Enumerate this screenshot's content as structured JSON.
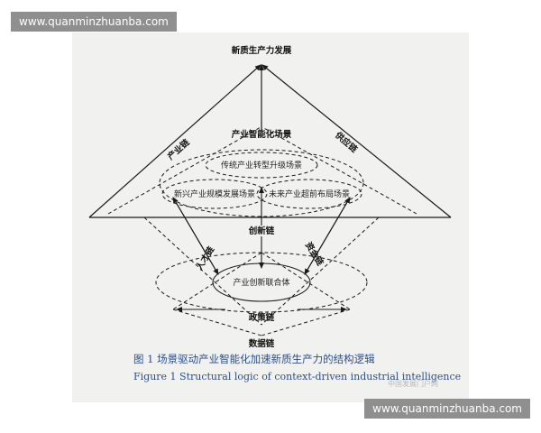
{
  "watermark": {
    "top": "www.quanminzhuanba.com",
    "bottom": "www.quanminzhuanba.com"
  },
  "diagram": {
    "apex": "新质生产力发展",
    "left_chain": "产业链",
    "right_chain": "供应链",
    "scene_title": "产业智能化场景",
    "scene_transform": "传统产业转型升级场景",
    "scene_emerging": "新兴产业规模发展场景",
    "scene_future": "未来产业超前布局场景",
    "innovation_chain": "创新链",
    "talent_chain": "人才链",
    "capital_chain": "资金链",
    "consortium": "产业创新联合体",
    "policy_chain": "政策链",
    "data_chain": "数据链"
  },
  "caption": {
    "cn": "图 1    场景驱动产业智能化加速新质生产力的结构逻辑",
    "en": "Figure 1    Structural logic of context-driven industrial intelligence"
  },
  "faint_overlay": "中国发展门户网",
  "colors": {
    "line": "#1a1a1a",
    "caption": "#2d4f8a",
    "watermark_bg": "#8f8f8f"
  }
}
